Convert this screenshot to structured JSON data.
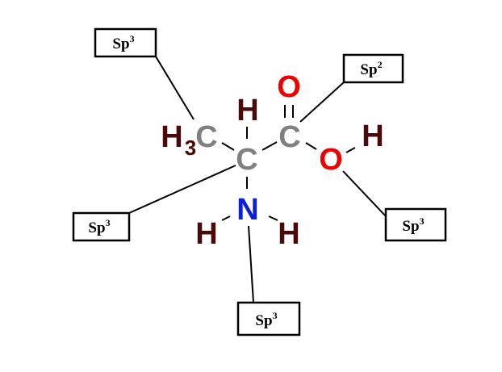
{
  "colors": {
    "hydrogen": "#4a0a0a",
    "carbon": "#808080",
    "oxygen": "#ee0000",
    "nitrogen": "#0a1ee0"
  },
  "atoms": {
    "methyl_h": "H",
    "methyl_sub": "3",
    "methyl_c": "C",
    "alpha_h": "H",
    "alpha_c": "C",
    "carbonyl_c": "C",
    "carbonyl_o": "O",
    "hydroxyl_o": "O",
    "hydroxyl_h": "H",
    "amine_n": "N",
    "amine_h1": "H",
    "amine_h2": "H"
  },
  "labels": [
    {
      "base": "Sp",
      "sup": "3"
    },
    {
      "base": "Sp",
      "sup": "2"
    },
    {
      "base": "Sp",
      "sup": "3"
    },
    {
      "base": "Sp",
      "sup": "3"
    },
    {
      "base": "Sp",
      "sup": "3"
    }
  ]
}
